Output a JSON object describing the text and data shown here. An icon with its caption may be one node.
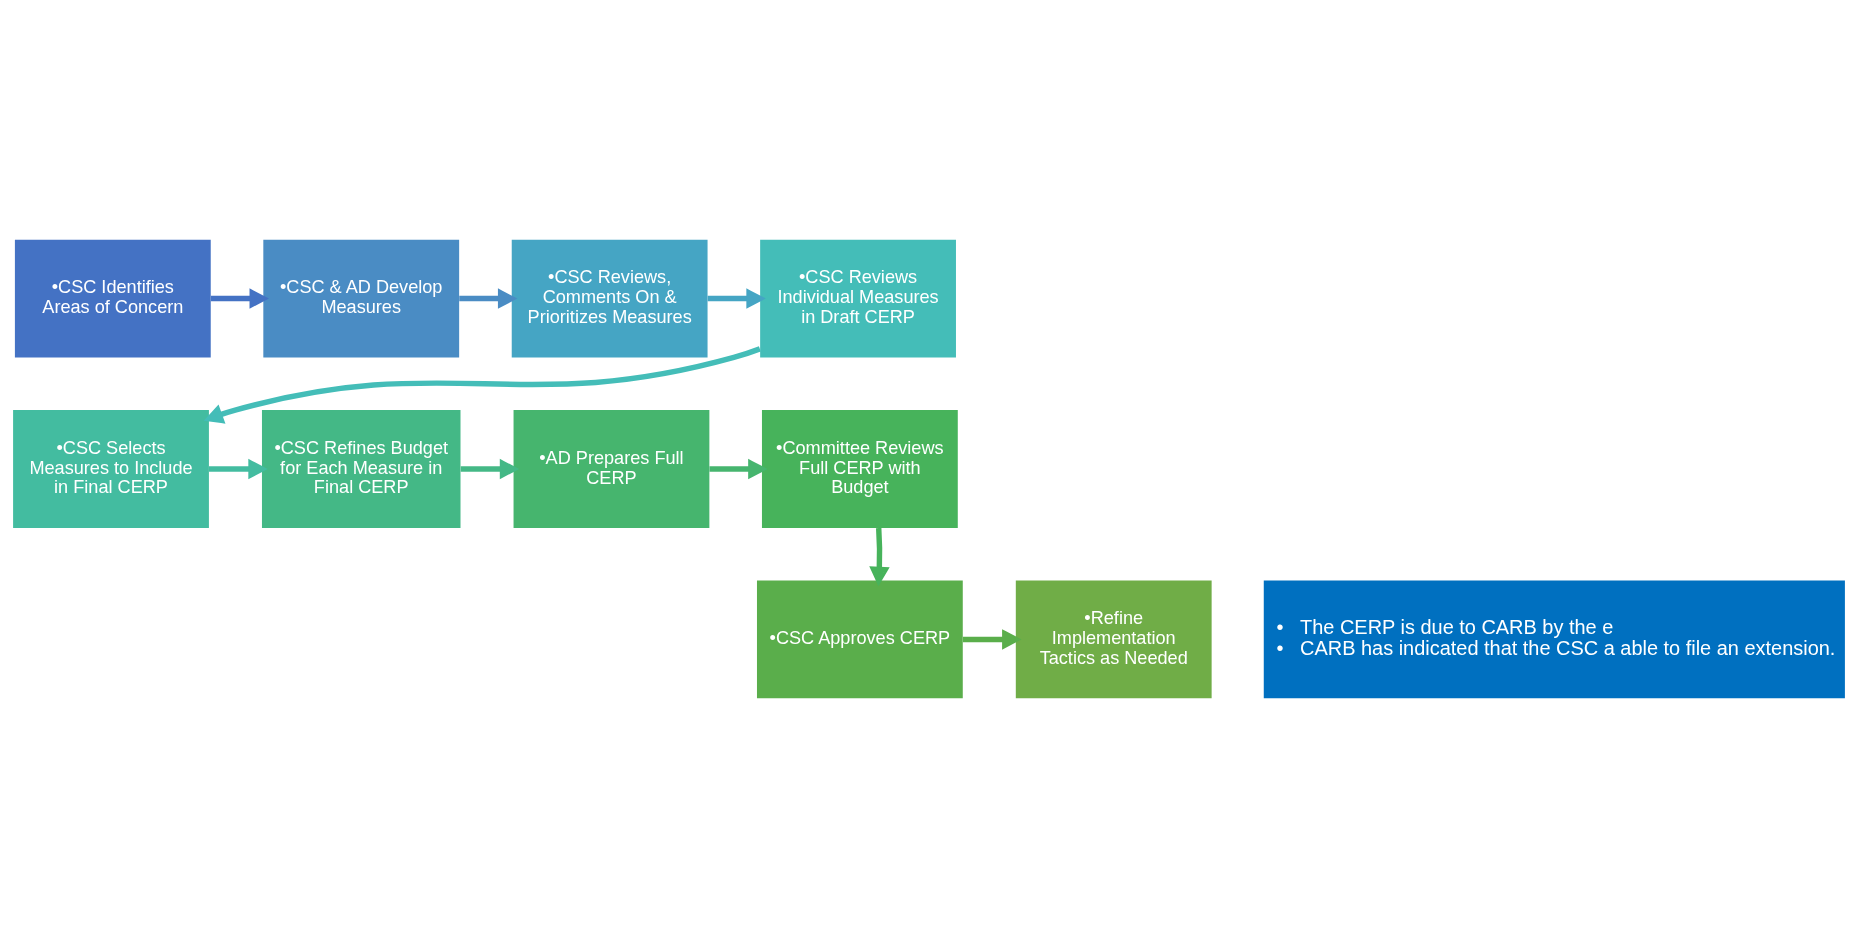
{
  "diagram": {
    "nodes": [
      {
        "text": [
          "•CSC Identifies Areas of Concern"
        ]
      },
      {
        "text": [
          "•CSC & AD Develop Measures"
        ]
      },
      {
        "text": [
          "•CSC Reviews, Comments On & Prioritizes Measures"
        ]
      },
      {
        "text": [
          "•CSC Reviews Individual Measures in Draft CERP"
        ]
      },
      {
        "text": [
          "•CSC Selects Measures to Include in Final CERP"
        ]
      },
      {
        "text": [
          "•CSC Refines Budget for Each Measure in Final CERP"
        ]
      },
      {
        "text": [
          "•AD Prepares Full CERP"
        ]
      },
      {
        "text": [
          "•Committee Reviews Full CERP with Budget"
        ]
      },
      {
        "text": [
          "•CSC Approves CERP"
        ]
      },
      {
        "text": [
          "•Refine Implementation Tactics as Needed"
        ]
      },
      {
        "text": [
          "•   The CERP is due to CARB by the e",
          "•   CARB has indicated that the CSC a able to file an extension."
        ]
      }
    ],
    "edges": [
      {
        "from": 0,
        "to": 1,
        "arrow": "to",
        "color": "#4472c4"
      },
      {
        "from": 1,
        "to": 2,
        "arrow": "to",
        "color": "#4a8cc4"
      },
      {
        "from": 2,
        "to": 3,
        "arrow": "to",
        "color": "#45a5c4"
      },
      {
        "from": 3,
        "to": 4,
        "arrow": "to",
        "color": "#44bdb8"
      },
      {
        "from": 4,
        "to": 5,
        "arrow": "to",
        "color": "#43bca0"
      },
      {
        "from": 5,
        "to": 6,
        "arrow": "to",
        "color": "#44b886"
      },
      {
        "from": 6,
        "to": 7,
        "arrow": "to",
        "color": "#46b56e"
      },
      {
        "from": 7,
        "to": 8,
        "arrow": "to",
        "color": "#47b35b"
      },
      {
        "from": 8,
        "to": 9,
        "arrow": "to",
        "color": "#5aae4b"
      }
    ]
  }
}
